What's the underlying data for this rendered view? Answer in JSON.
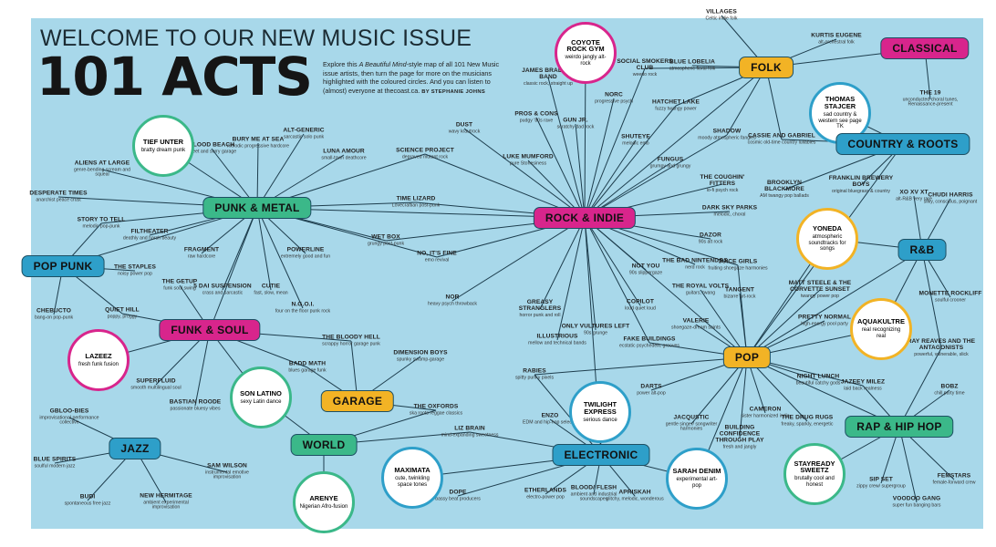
{
  "header": {
    "headline": "WELCOME TO OUR NEW MUSIC ISSUE",
    "big_title": "101 ACTS",
    "intro_before": "Explore this ",
    "intro_italic": "A Beautiful Mind",
    "intro_after": "-style map of all 101 New Music issue artists, then turn the page for more on the musicians highlighted with the coloured circles. And you can listen to (almost) everyone at thecoast.ca.",
    "byline": "BY STEPHANIE JOHNS"
  },
  "colors": {
    "background": "#a8d8ea",
    "edge": "#1d3d4d",
    "punk": "#3bb889",
    "pink": "#d8258c",
    "blue": "#2e9fc9",
    "orange": "#f2b325"
  },
  "hubs": [
    {
      "id": "punk",
      "label": "PUNK & METAL",
      "color": "#3bb889"
    },
    {
      "id": "rock",
      "label": "ROCK & INDIE",
      "color": "#d8258c"
    },
    {
      "id": "folk",
      "label": "FOLK",
      "color": "#f2b325"
    },
    {
      "id": "classical",
      "label": "CLASSICAL",
      "color": "#d8258c"
    },
    {
      "id": "country",
      "label": "COUNTRY & ROOTS",
      "color": "#2e9fc9"
    },
    {
      "id": "poppunk",
      "label": "POP PUNK",
      "color": "#2e9fc9"
    },
    {
      "id": "funk",
      "label": "FUNK & SOUL",
      "color": "#d8258c"
    },
    {
      "id": "rnb",
      "label": "R&B",
      "color": "#2e9fc9"
    },
    {
      "id": "pop",
      "label": "POP",
      "color": "#f2b325"
    },
    {
      "id": "garage",
      "label": "GARAGE",
      "color": "#f2b325"
    },
    {
      "id": "jazz",
      "label": "JAZZ",
      "color": "#2e9fc9"
    },
    {
      "id": "world",
      "label": "WORLD",
      "color": "#3bb889"
    },
    {
      "id": "electronic",
      "label": "ELECTRONIC",
      "color": "#2e9fc9"
    },
    {
      "id": "hiphop",
      "label": "RAP & HIP HOP",
      "color": "#3bb889"
    }
  ],
  "rings": [
    {
      "id": "tief",
      "name": "TIEF UNTER",
      "desc": "bratty dream punk",
      "color": "teal"
    },
    {
      "id": "coyote",
      "name": "COYOTE ROCK GYM",
      "desc": "weirdo jangly alt-rock",
      "color": "magenta"
    },
    {
      "id": "stajcer",
      "name": "THOMAS STAJCER",
      "desc": "sad country & western see page TK",
      "color": "blue"
    },
    {
      "id": "yoneda",
      "name": "YONEDA",
      "desc": "atmospheric soundtracks for songs",
      "color": "yellow"
    },
    {
      "id": "lazeez",
      "name": "LAZEEZ",
      "desc": "fresh funk fusion",
      "color": "magenta"
    },
    {
      "id": "aquakultre",
      "name": "AQUAKULTRE",
      "desc": "real recognizing real",
      "color": "yellow"
    },
    {
      "id": "sonlatino",
      "name": "SON LATINO",
      "desc": "sexy Latin dance",
      "color": "teal"
    },
    {
      "id": "twilight",
      "name": "TWILIGHT EXPRESS",
      "desc": "serious dance",
      "color": "blue"
    },
    {
      "id": "maximata",
      "name": "MAXIMATA",
      "desc": "cute, twinkling space tones",
      "color": "blue"
    },
    {
      "id": "arenye",
      "name": "ARENYE",
      "desc": "Nigerian Afro-fusion",
      "color": "teal"
    },
    {
      "id": "sarahdenim",
      "name": "SARAH DENIM",
      "desc": "experimental art-pop",
      "color": "blue"
    },
    {
      "id": "stayready",
      "name": "STAYREADY SWEETZ",
      "desc": "brutally cool and honest",
      "color": "teal"
    }
  ],
  "artists": [
    {
      "id": "aliens",
      "name": "ALIENS AT LARGE",
      "desc": "genre-bending scream and squeal"
    },
    {
      "id": "bloodbeach",
      "name": "BLOOD BEACH",
      "desc": "sweet and sorry garage"
    },
    {
      "id": "burymeatsea",
      "name": "BURY ME AT SEA",
      "desc": "melodic progressive hardcore"
    },
    {
      "id": "altgeneric",
      "name": "ALT-GENERIC",
      "desc": "sarcastic solo punk"
    },
    {
      "id": "lunaamour",
      "name": "LUNA AMOUR",
      "desc": "small-town deathcore"
    },
    {
      "id": "desperatetimes",
      "name": "DESPERATE TIMES",
      "desc": "anarchist peace crust"
    },
    {
      "id": "storytotell",
      "name": "STORY TO TELL",
      "desc": "melodic pop-punk"
    },
    {
      "id": "filtheater",
      "name": "FILTHEATER",
      "desc": "deathly and harsh beauty"
    },
    {
      "id": "fragment",
      "name": "FRAGMENT",
      "desc": "raw hardcore"
    },
    {
      "id": "powerline",
      "name": "POWERLINE",
      "desc": "extremely good and fun"
    },
    {
      "id": "thestaples",
      "name": "THE STAPLES",
      "desc": "noisy power pop"
    },
    {
      "id": "thegetup",
      "name": "THE GETUP",
      "desc": "funk soul swing"
    },
    {
      "id": "5daisuspension",
      "name": "5 DAI SUSPENSION",
      "desc": "crass and sarcastic"
    },
    {
      "id": "cutie",
      "name": "CUTIE",
      "desc": "fast, slow, mean"
    },
    {
      "id": "ngoi",
      "name": "N.G.O.I.",
      "desc": "four on the floor punk rock"
    },
    {
      "id": "chebucto",
      "name": "CHEBUCTO",
      "desc": "bang-on pop-punk"
    },
    {
      "id": "quiethill",
      "name": "QUIET HILL",
      "desc": "poppy, proggy"
    },
    {
      "id": "sciencepoject",
      "name": "SCIENCE PROJECT",
      "desc": "depraved mutant rock"
    },
    {
      "id": "dust",
      "name": "DUST",
      "desc": "wavy krautrock"
    },
    {
      "id": "jamesbradley",
      "name": "JAMES BRADLEY BAND",
      "desc": "classic rock, straight up"
    },
    {
      "id": "proscons",
      "name": "PROS & CONS",
      "desc": "pudgy '80s rave"
    },
    {
      "id": "gunjr",
      "name": "GUN JR.",
      "desc": "scratchy dad rock"
    },
    {
      "id": "norc",
      "name": "NORC",
      "desc": "progressive psych"
    },
    {
      "id": "socialsmokers",
      "name": "SOCIAL SMOKERS CLUB",
      "desc": "weedo rock"
    },
    {
      "id": "villages",
      "name": "VILLAGES",
      "desc": "Celtic indie folk"
    },
    {
      "id": "kurtiseugene",
      "name": "KURTIS EUGENE",
      "desc": "alt-orchestral folk"
    },
    {
      "id": "bluelobelia",
      "name": "BLUE LOBELIA",
      "desc": "atmospheric floral folk"
    },
    {
      "id": "hatchetlake",
      "name": "HATCHET LAKE",
      "desc": "fuzzy twangy power"
    },
    {
      "id": "the19",
      "name": "THE 19",
      "desc": "unconducted choral tunes, Renaissance-present"
    },
    {
      "id": "lukemumford",
      "name": "LUKE MUMFORD",
      "desc": "pure Stonesiness"
    },
    {
      "id": "shuteye",
      "name": "SHUTEYE",
      "desc": "melodic emo"
    },
    {
      "id": "shadow",
      "name": "SHADOW",
      "desc": "moody atmospheric fangles"
    },
    {
      "id": "cassiegabriel",
      "name": "CASSIE AND GABRIEL",
      "desc": "cosmic old-time country lullabies"
    },
    {
      "id": "fungus",
      "name": "FUNGUS",
      "desc": "grumpy and grungy"
    },
    {
      "id": "timelizard",
      "name": "TIME LIZARD",
      "desc": "Lovecraftian post-punk"
    },
    {
      "id": "coughinfitters",
      "name": "THE COUGHIN' FITTERS",
      "desc": "lo-fi psych rock"
    },
    {
      "id": "brooklynblackmore",
      "name": "BROOKLYN BLACKMORE",
      "desc": "AM twangy pop ballads"
    },
    {
      "id": "franklinbrewery",
      "name": "FRANKLIN BREWERY BOYS",
      "desc": "original bluegrass & country"
    },
    {
      "id": "xoxvxt",
      "name": "XO XV XT",
      "desc": "alt-R&B very rare"
    },
    {
      "id": "chudiharris",
      "name": "CHUDI HARRIS",
      "desc": "silky, conscious, poignant"
    },
    {
      "id": "wetbox",
      "name": "WET BOX",
      "desc": "grungy post-punk"
    },
    {
      "id": "darkskyparks",
      "name": "DARK SKY PARKS",
      "desc": "melodic, choral"
    },
    {
      "id": "dazor",
      "name": "DAZOR",
      "desc": "90s alt rock"
    },
    {
      "id": "nositsfine",
      "name": "NO, IT'S FINE",
      "desc": "emo revival"
    },
    {
      "id": "notyou",
      "name": "NOT YOU",
      "desc": "90s slippergaze"
    },
    {
      "id": "badnintendos",
      "name": "THE BAD NINTENDOS",
      "desc": "nerd rock"
    },
    {
      "id": "juicegirls",
      "name": "JUICE GIRLS",
      "desc": "fruiting shoegaze harmonies"
    },
    {
      "id": "nor",
      "name": "NOR",
      "desc": "heavy psych throwback"
    },
    {
      "id": "greasystranglers",
      "name": "GREASY STRANGLERS",
      "desc": "horror punk and roll"
    },
    {
      "id": "copilot",
      "name": "COPILOT",
      "desc": "loud quiet loud"
    },
    {
      "id": "royalvolts",
      "name": "THE ROYAL VOLTS",
      "desc": "guitars, twang"
    },
    {
      "id": "tangent",
      "name": "TANGENT",
      "desc": "bizarre art-rock"
    },
    {
      "id": "mattsteele",
      "name": "MATT STEELE & THE CORVETTE SUNSET",
      "desc": "twangy power pop"
    },
    {
      "id": "monette",
      "name": "MONETTE ROCKLIFF",
      "desc": "soulful crooner"
    },
    {
      "id": "bloodyhell",
      "name": "THE BLOODY HELL",
      "desc": "scrappy horror garage punk"
    },
    {
      "id": "illustrious",
      "name": "ILLUSTRIOUS",
      "desc": "mellow and technical bands"
    },
    {
      "id": "onlyvultures",
      "name": "ONLY VULTURES LEFT",
      "desc": "90s grunge"
    },
    {
      "id": "fakebuildings",
      "name": "FAKE BUILDINGS",
      "desc": "ecstatic psychedelic grooves"
    },
    {
      "id": "valerie",
      "name": "VALERIE",
      "desc": "shoegaze-dream saints"
    },
    {
      "id": "prettynormal",
      "name": "PRETTY NORMAL",
      "desc": "high-energy pool party"
    },
    {
      "id": "rayreaves",
      "name": "RAY REAVES AND THE ANTAGONISTS",
      "desc": "powerful, vulnerable, slick"
    },
    {
      "id": "baddmath",
      "name": "BADD MATH",
      "desc": "blues garage funk"
    },
    {
      "id": "dimensionboys",
      "name": "DIMENSION BOYS",
      "desc": "spunky swamp-garage"
    },
    {
      "id": "superfluid",
      "name": "SUPERFLUID",
      "desc": "smooth multilingual soul"
    },
    {
      "id": "bastianroode",
      "name": "BASTIAN ROODE",
      "desc": "passionate bluesy vibes"
    },
    {
      "id": "rabies",
      "name": "RABIES",
      "desc": "spitty punky pixels"
    },
    {
      "id": "nightlunch",
      "name": "NIGHT LUNCH",
      "desc": "beautiful catchy gods"
    },
    {
      "id": "jazeeymilez",
      "name": "JAZEEY MILEZ",
      "desc": "laid back realness"
    },
    {
      "id": "bobz",
      "name": "BOBZ",
      "desc": "chill party time"
    },
    {
      "id": "gbloobies",
      "name": "GBLOO-BIES",
      "desc": "improvisational performance collective"
    },
    {
      "id": "theoxfords",
      "name": "THE OXFORDS",
      "desc": "ska roots reggae classics"
    },
    {
      "id": "enzo",
      "name": "ENZO",
      "desc": "EDM and hip-hop selector"
    },
    {
      "id": "darts",
      "name": "DARTS",
      "desc": "power alt-pop"
    },
    {
      "id": "jacqustic",
      "name": "JACQUSTIC",
      "desc": "gentle singer/ songwriter harmonies"
    },
    {
      "id": "cameron",
      "name": "CAMERON",
      "desc": "sister harmonized indie"
    },
    {
      "id": "thedrugrugs",
      "name": "THE DRUG RUGS",
      "desc": "freaky, sparkly, energetic"
    },
    {
      "id": "blatspirits",
      "name": "BLUE SPIRITS",
      "desc": "soulful modern jazz"
    },
    {
      "id": "lizbrain",
      "name": "LIZ BRAIN",
      "desc": "mind-expanding sweetness"
    },
    {
      "id": "buildingconfidence",
      "name": "BUILDING CONFIDENCE THROUGH PLAY",
      "desc": "fresh and jangly"
    },
    {
      "id": "samwilson",
      "name": "SAM WILSON",
      "desc": "instrumental emotive improvisation"
    },
    {
      "id": "budi",
      "name": "BUDI",
      "desc": "spontaneous free jazz"
    },
    {
      "id": "newhermitage",
      "name": "NEW HERMITAGE",
      "desc": "ambient experimental improvisation"
    },
    {
      "id": "dope",
      "name": "DOPE",
      "desc": "bassy beat producers"
    },
    {
      "id": "etherlands",
      "name": "ETHERLANDS",
      "desc": "electro-power pop"
    },
    {
      "id": "bloodflesh",
      "name": "BLOOD/ FLESH",
      "desc": "ambient and industrial soundscapes"
    },
    {
      "id": "apriskah",
      "name": "APRISKAH",
      "desc": "glitchy, melodic, wonderous"
    },
    {
      "id": "sipset",
      "name": "SIP SET",
      "desc": "zippy crew/ supergroup"
    },
    {
      "id": "voodoogang",
      "name": "VOODOO GANG",
      "desc": "super fun banging bars"
    },
    {
      "id": "femstars",
      "name": "FEMSTARS",
      "desc": "female-forward crew"
    }
  ]
}
